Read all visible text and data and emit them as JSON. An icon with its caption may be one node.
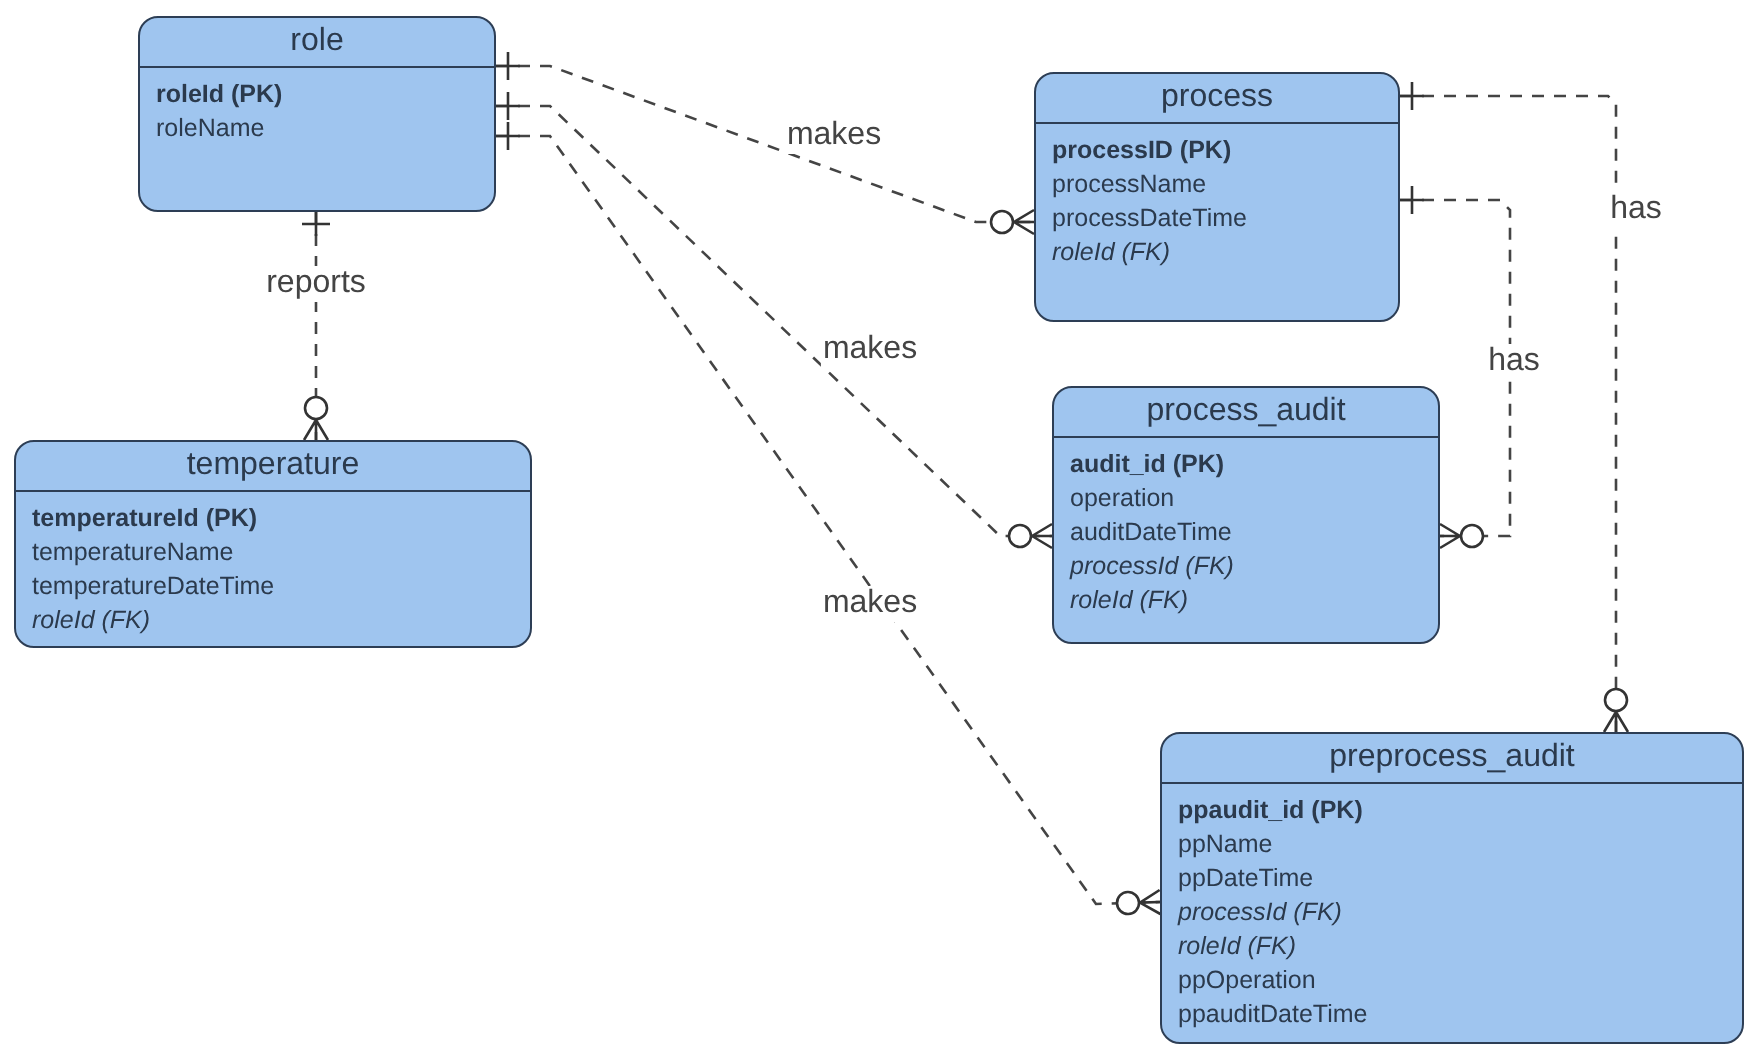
{
  "diagram": {
    "nodes": [
      {
        "text": [
          "role",
          "**roleId (PK)**",
          "roleName"
        ]
      },
      {
        "text": [
          "process",
          "**processID (PK)**",
          "processName",
          "processDateTime",
          "*roleId (FK)*"
        ]
      },
      {
        "text": [
          "process_audit",
          "**audit_id (PK)**",
          "operation",
          "auditDateTime",
          "*processId (FK)*",
          "*roleId (FK)*"
        ]
      },
      {
        "text": [
          "temperature",
          "**temperatureId (PK)**",
          "temperatureName",
          "temperatureDateTime",
          "*roleId (FK)*"
        ]
      },
      {
        "text": [
          "preprocess_audit",
          "**ppaudit_id (PK)**",
          "ppName",
          "ppDateTime",
          "*processId (FK)*",
          "*roleId (FK)*",
          "ppOperation",
          "ppauditDateTime"
        ]
      }
    ],
    "edges": [
      {
        "from": 0,
        "to": 1,
        "arrow": "other",
        "label": "makes"
      },
      {
        "from": 0,
        "to": 2,
        "arrow": "other",
        "label": "makes"
      },
      {
        "from": 0,
        "to": 4,
        "arrow": "other",
        "label": "makes"
      },
      {
        "from": 0,
        "to": 3,
        "arrow": "other",
        "label": "reports"
      },
      {
        "from": 1,
        "to": 2,
        "arrow": "other",
        "label": "has"
      },
      {
        "from": 1,
        "to": 4,
        "arrow": "other",
        "label": "has"
      }
    ]
  }
}
